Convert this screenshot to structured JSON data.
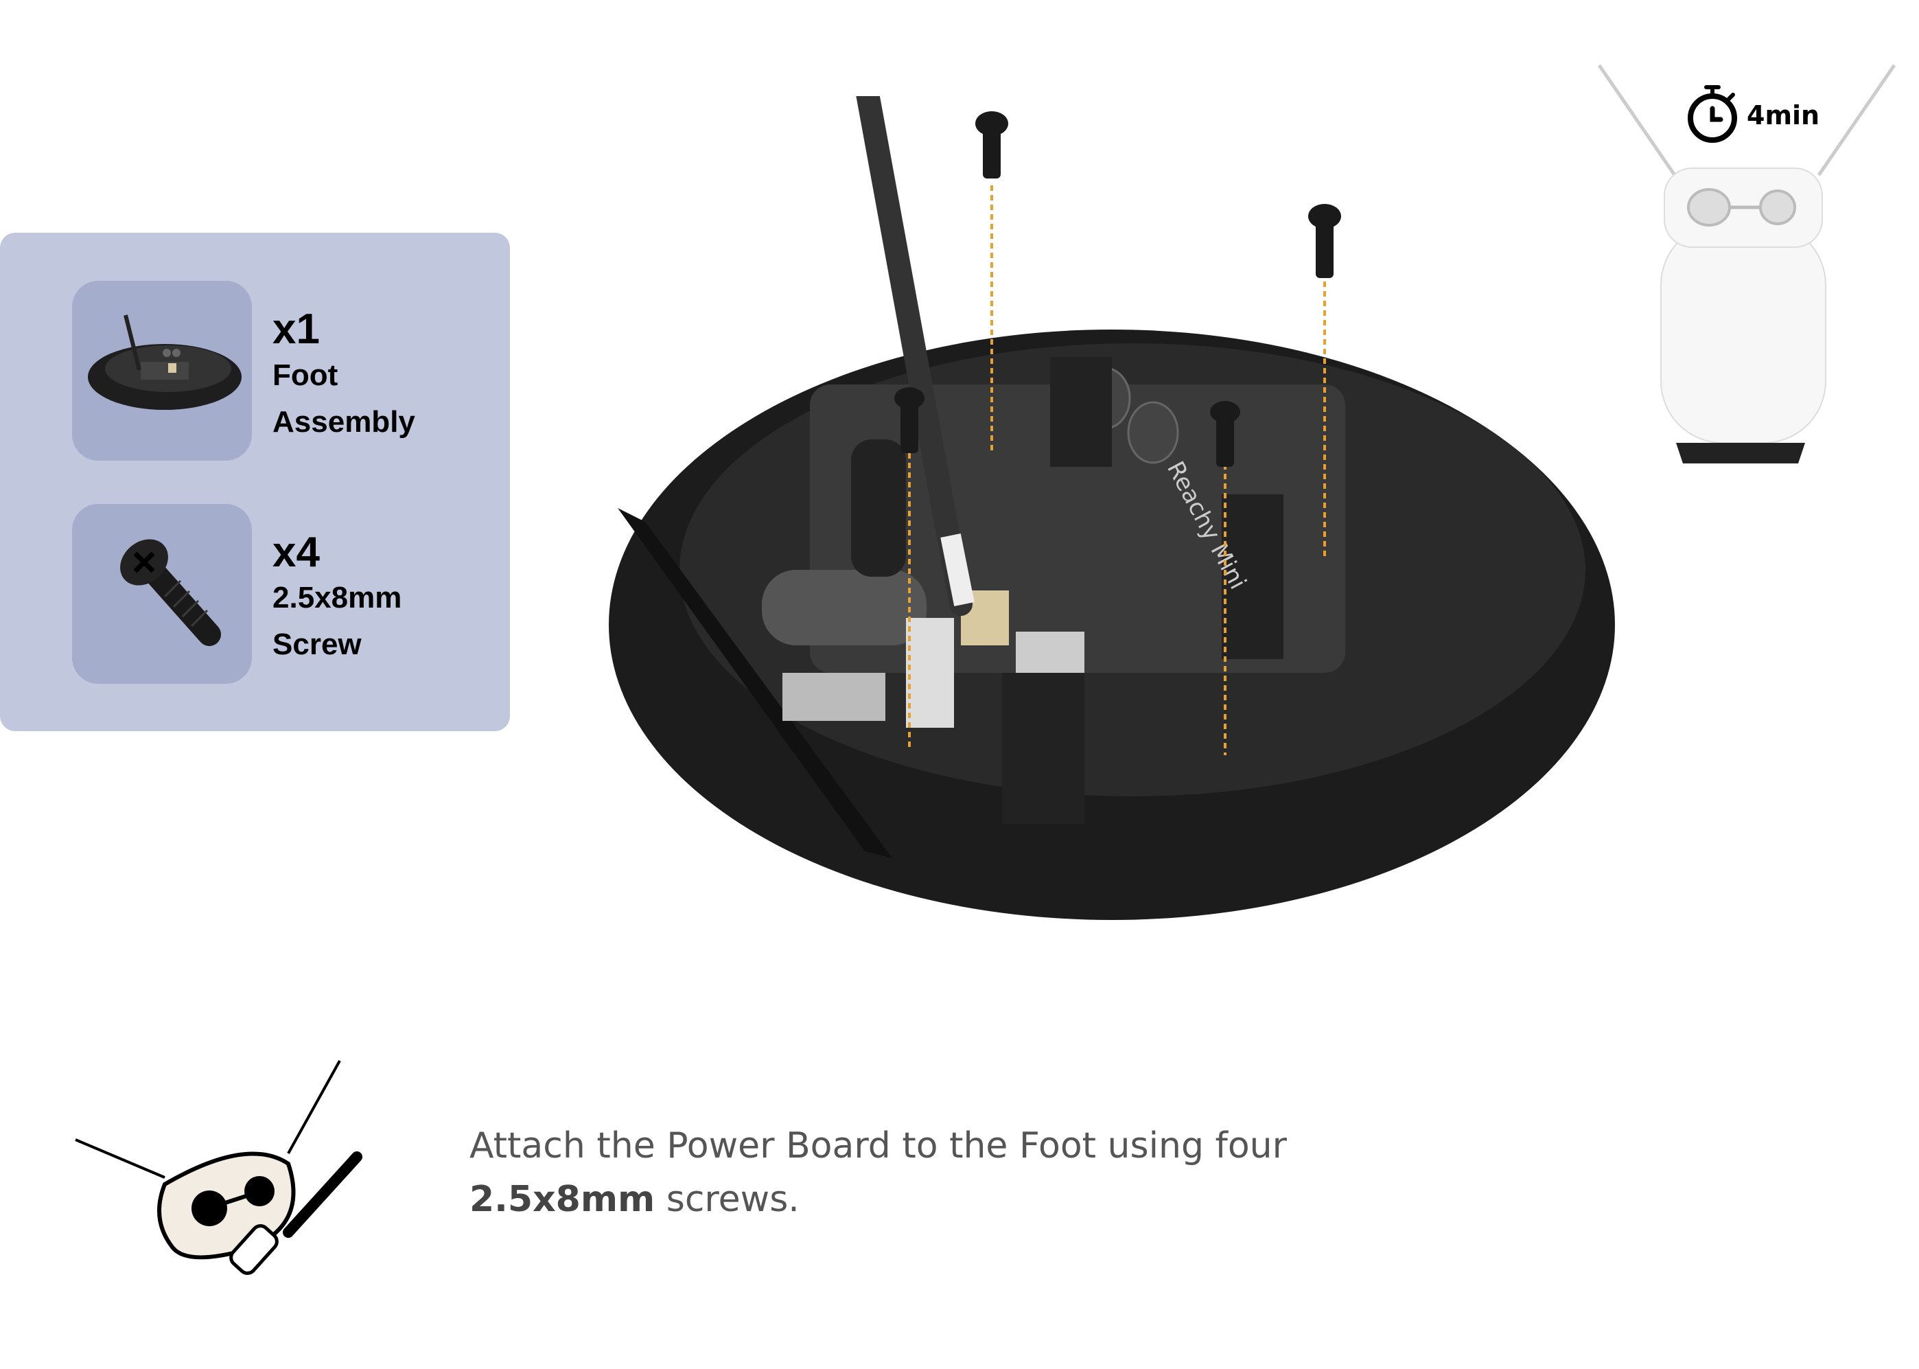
{
  "parts": [
    {
      "quantity": "x1",
      "name_line1": "Foot",
      "name_line2": "Assembly",
      "icon": "foot-assembly-image"
    },
    {
      "quantity": "x4",
      "name_line1": "2.5x8mm",
      "name_line2": "Screw",
      "icon": "screw-image"
    }
  ],
  "timer": {
    "icon": "stopwatch-icon",
    "label": "4min"
  },
  "board_label": "Reachy Mini",
  "instruction": {
    "text_before": "Attach the Power Board to the Foot using four",
    "bold": "2.5x8mm",
    "text_after": " screws."
  },
  "colors": {
    "panel": "#c1c8dd",
    "thumb": "#a4aecc",
    "guide_line": "#e8a030",
    "body": "#222222"
  }
}
